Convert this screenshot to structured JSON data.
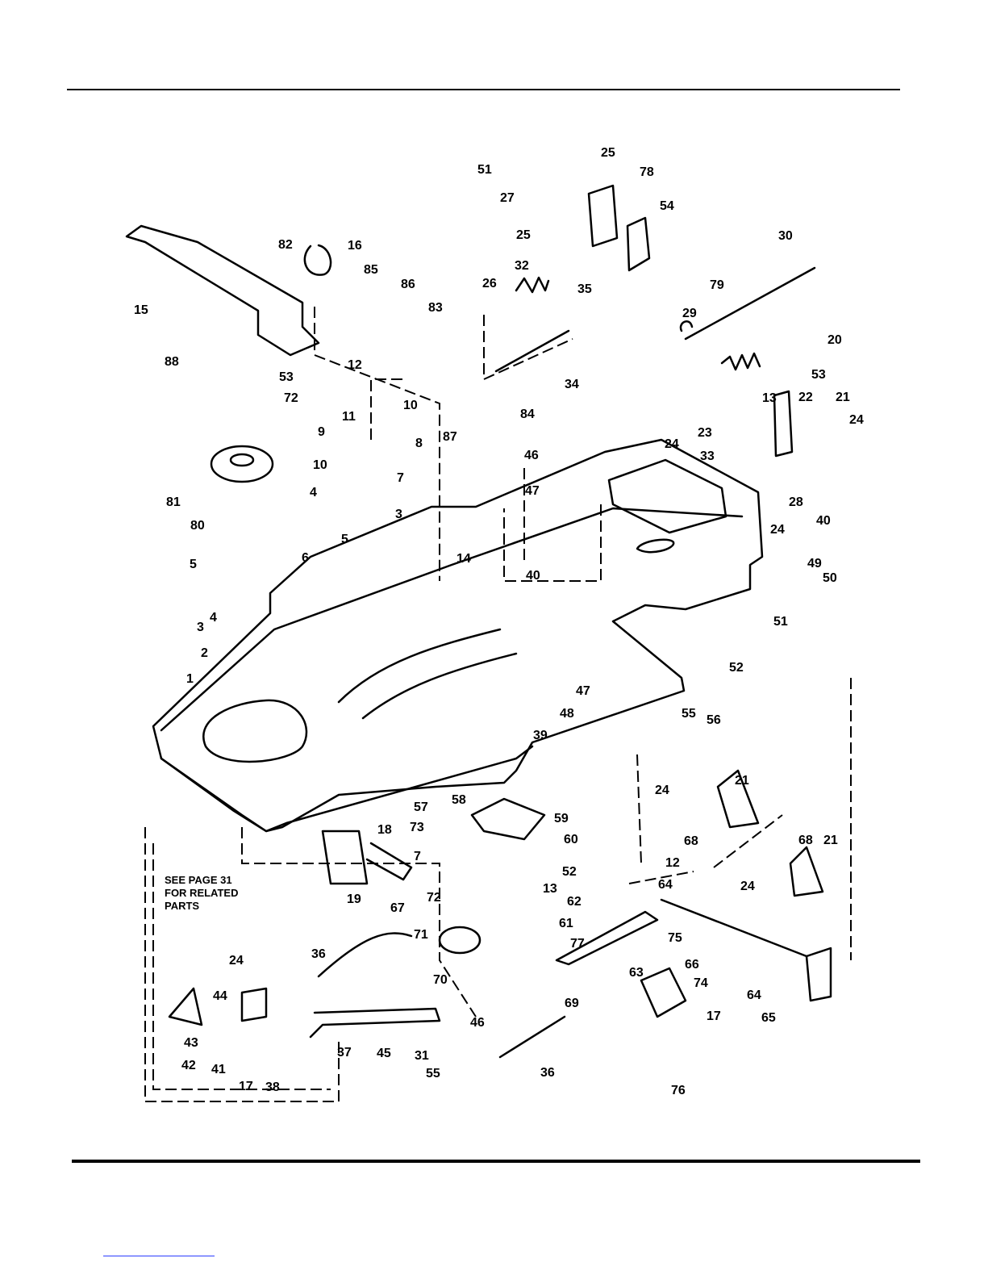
{
  "diagram": {
    "callouts": [
      {
        "id": "c51a",
        "label": "51"
      },
      {
        "id": "c25a",
        "label": "25"
      },
      {
        "id": "c78",
        "label": "78"
      },
      {
        "id": "c27",
        "label": "27"
      },
      {
        "id": "c54",
        "label": "54"
      },
      {
        "id": "c25b",
        "label": "25"
      },
      {
        "id": "c30",
        "label": "30"
      },
      {
        "id": "c82",
        "label": "82"
      },
      {
        "id": "c16",
        "label": "16"
      },
      {
        "id": "c79",
        "label": "79"
      },
      {
        "id": "c15",
        "label": "15"
      },
      {
        "id": "c85",
        "label": "85"
      },
      {
        "id": "c86",
        "label": "86"
      },
      {
        "id": "c32",
        "label": "32"
      },
      {
        "id": "c26",
        "label": "26"
      },
      {
        "id": "c83",
        "label": "83"
      },
      {
        "id": "c35",
        "label": "35"
      },
      {
        "id": "c29",
        "label": "29"
      },
      {
        "id": "c20",
        "label": "20"
      },
      {
        "id": "c88",
        "label": "88"
      },
      {
        "id": "c12a",
        "label": "12"
      },
      {
        "id": "c53a",
        "label": "53"
      },
      {
        "id": "c53b",
        "label": "53"
      },
      {
        "id": "c22",
        "label": "22"
      },
      {
        "id": "c13a",
        "label": "13"
      },
      {
        "id": "c21a",
        "label": "21"
      },
      {
        "id": "c34",
        "label": "34"
      },
      {
        "id": "c72a",
        "label": "72"
      },
      {
        "id": "c84",
        "label": "84"
      },
      {
        "id": "c11",
        "label": "11"
      },
      {
        "id": "c10a",
        "label": "10"
      },
      {
        "id": "c24a",
        "label": "24"
      },
      {
        "id": "c87",
        "label": "87"
      },
      {
        "id": "c9",
        "label": "9"
      },
      {
        "id": "c8",
        "label": "8"
      },
      {
        "id": "c23",
        "label": "23"
      },
      {
        "id": "c24b",
        "label": "24"
      },
      {
        "id": "c46a",
        "label": "46"
      },
      {
        "id": "c33",
        "label": "33"
      },
      {
        "id": "c10b",
        "label": "10"
      },
      {
        "id": "c7a",
        "label": "7"
      },
      {
        "id": "c28",
        "label": "28"
      },
      {
        "id": "c81",
        "label": "81"
      },
      {
        "id": "c4a",
        "label": "4"
      },
      {
        "id": "c47a",
        "label": "47"
      },
      {
        "id": "c24c",
        "label": "24"
      },
      {
        "id": "c40a",
        "label": "40"
      },
      {
        "id": "c3a",
        "label": "3"
      },
      {
        "id": "c80",
        "label": "80"
      },
      {
        "id": "c5a",
        "label": "5"
      },
      {
        "id": "c6",
        "label": "6"
      },
      {
        "id": "c14",
        "label": "14"
      },
      {
        "id": "c40b",
        "label": "40"
      },
      {
        "id": "c49",
        "label": "49"
      },
      {
        "id": "c5b",
        "label": "5"
      },
      {
        "id": "c50",
        "label": "50"
      },
      {
        "id": "c4b",
        "label": "4"
      },
      {
        "id": "c3b",
        "label": "3"
      },
      {
        "id": "c51b",
        "label": "51"
      },
      {
        "id": "c2",
        "label": "2"
      },
      {
        "id": "c52a",
        "label": "52"
      },
      {
        "id": "c1",
        "label": "1"
      },
      {
        "id": "c47b",
        "label": "47"
      },
      {
        "id": "c55a",
        "label": "55"
      },
      {
        "id": "c48",
        "label": "48"
      },
      {
        "id": "c56",
        "label": "56"
      },
      {
        "id": "c39",
        "label": "39"
      },
      {
        "id": "c24d",
        "label": "24"
      },
      {
        "id": "c21b",
        "label": "21"
      },
      {
        "id": "c57",
        "label": "57"
      },
      {
        "id": "c58",
        "label": "58"
      },
      {
        "id": "c59",
        "label": "59"
      },
      {
        "id": "c73",
        "label": "73"
      },
      {
        "id": "c60",
        "label": "60"
      },
      {
        "id": "c68a",
        "label": "68"
      },
      {
        "id": "c18",
        "label": "18"
      },
      {
        "id": "c68b",
        "label": "68"
      },
      {
        "id": "c21c",
        "label": "21"
      },
      {
        "id": "c7b",
        "label": "7"
      },
      {
        "id": "c12b",
        "label": "12"
      },
      {
        "id": "c52b",
        "label": "52"
      },
      {
        "id": "c24e",
        "label": "24"
      },
      {
        "id": "c64a",
        "label": "64"
      },
      {
        "id": "c72b",
        "label": "72"
      },
      {
        "id": "c13b",
        "label": "13"
      },
      {
        "id": "c19",
        "label": "19"
      },
      {
        "id": "c67",
        "label": "67"
      },
      {
        "id": "c62",
        "label": "62"
      },
      {
        "id": "c61",
        "label": "61"
      },
      {
        "id": "c75",
        "label": "75"
      },
      {
        "id": "c71",
        "label": "71"
      },
      {
        "id": "c77",
        "label": "77"
      },
      {
        "id": "c66",
        "label": "66"
      },
      {
        "id": "c36a",
        "label": "36"
      },
      {
        "id": "c24f",
        "label": "24"
      },
      {
        "id": "c63",
        "label": "63"
      },
      {
        "id": "c74",
        "label": "74"
      },
      {
        "id": "c70",
        "label": "70"
      },
      {
        "id": "c64b",
        "label": "64"
      },
      {
        "id": "c44",
        "label": "44"
      },
      {
        "id": "c69",
        "label": "69"
      },
      {
        "id": "c17a",
        "label": "17"
      },
      {
        "id": "c65",
        "label": "65"
      },
      {
        "id": "c46b",
        "label": "46"
      },
      {
        "id": "c43",
        "label": "43"
      },
      {
        "id": "c37",
        "label": "37"
      },
      {
        "id": "c45",
        "label": "45"
      },
      {
        "id": "c31",
        "label": "31"
      },
      {
        "id": "c42",
        "label": "42"
      },
      {
        "id": "c41",
        "label": "41"
      },
      {
        "id": "c55b",
        "label": "55"
      },
      {
        "id": "c36b",
        "label": "36"
      },
      {
        "id": "c17b",
        "label": "17"
      },
      {
        "id": "c38",
        "label": "38"
      },
      {
        "id": "c76",
        "label": "76"
      }
    ],
    "note": {
      "line1": "SEE PAGE 31",
      "line2": "FOR RELATED",
      "line3": "PARTS"
    }
  }
}
